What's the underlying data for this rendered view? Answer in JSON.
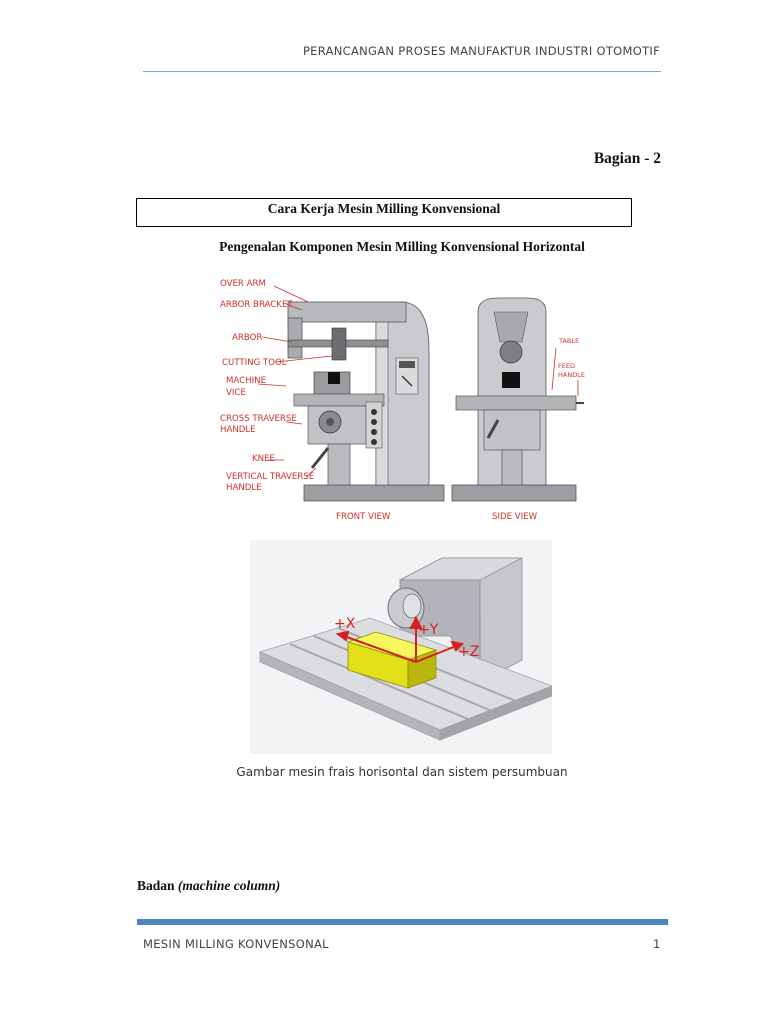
{
  "header": {
    "title": "PERANCANGAN PROSES MANUFAKTUR INDUSTRI OTOMOTIF"
  },
  "part_title": "Bagian - 2",
  "chapter_box": "Cara Kerja Mesin Milling Konvensional",
  "section_title": "Pengenalan Komponen Mesin Milling Konvensional Horizontal",
  "figure1": {
    "labels": {
      "over_arm": "OVER ARM",
      "arbor_bracket": "ARBOR BRACKET",
      "arbor": "ARBOR",
      "cutting_tool": "CUTTING TOOL",
      "machine_vice_1": "MACHINE",
      "machine_vice_2": "VICE",
      "cross_traverse_1": "CROSS TRAVERSE",
      "cross_traverse_2": "HANDLE",
      "knee": "KNEE",
      "vertical_traverse_1": "VERTICAL TRAVERSE",
      "vertical_traverse_2": "HANDLE",
      "table": "TABLE",
      "feed_handle_1": "FEED",
      "feed_handle_2": "HANDLE",
      "front_view": "FRONT VIEW",
      "side_view": "SIDE VIEW"
    }
  },
  "figure2": {
    "axis_x": "+X",
    "axis_y": "+Y",
    "axis_z": "+Z"
  },
  "caption": "Gambar mesin frais horisontal dan sistem persumbuan",
  "badan": {
    "label": "Badan",
    "italic": "(machine column)"
  },
  "footer": {
    "title": "MESIN MILLING KONVENSONAL",
    "page": "1"
  },
  "colors": {
    "header_rule": "#7fa7d3",
    "footer_rule": "#4f84c4",
    "label_red": "#d0302a",
    "work_yellow": "#f0ee1a"
  }
}
